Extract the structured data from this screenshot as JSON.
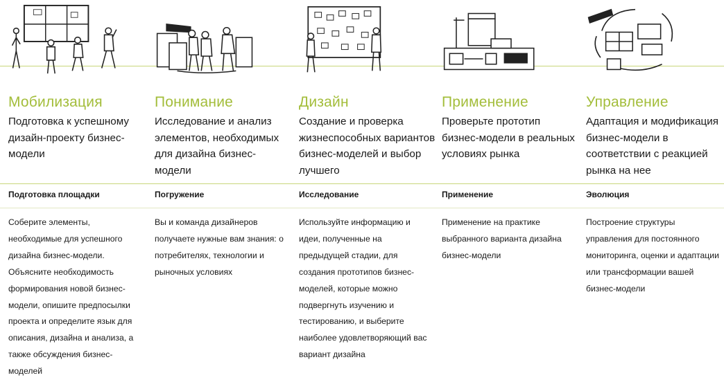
{
  "phases": [
    {
      "title": "Мобилизация",
      "description": "Подготовка к успешному дизайн-проекту бизнес-модели",
      "activity": "Подготовка площадки",
      "details": "Соберите элементы, необходимые для успешного дизайна бизнес-модели. Объясните необходимость формирования новой бизнес-модели, опишите предпосылки проекта и определите язык для описания, дизайна и анализа, а также обсуждения бизнес-моделей"
    },
    {
      "title": "Понимание",
      "description": "Исследование и анализ элементов, необходимых для дизайна бизнес-модели",
      "activity": "Погружение",
      "details": "Вы и команда дизайнеров получаете нужные вам знания: о потребителях, технологии и рыночных условиях"
    },
    {
      "title": "Дизайн",
      "description": "Создание и проверка жизнеспособных вариантов бизнес-моделей и выбор лучшего",
      "activity": "Исследование",
      "details": "Используйте информацию и идеи, полученные на предыдущей стадии, для создания прототипов бизнес-моделей, которые можно подвергнуть изучению и тестированию, и выберите наиболее удовлетворяющий вас вариант дизайна"
    },
    {
      "title": "Применение",
      "description": "Проверьте прототип бизнес-модели в реальных условиях рынка",
      "activity": "Применение",
      "details": "Применение на практике выбранного варианта дизайна бизнес-модели"
    },
    {
      "title": "Управление",
      "description": "Адаптация и модификация бизнес-модели в соответствии с реакцией рынка на нее",
      "activity": "Эволюция",
      "details": "Построение структуры управления для постоянного мониторинга, оценки и адаптации или трансформации вашей бизнес-модели"
    }
  ],
  "colors": {
    "accent": "#a3bd3a",
    "rule": "#c8d67a",
    "text": "#1a1a1a"
  },
  "illustrations": [
    "team-at-board-icon",
    "telescope-research-icon",
    "wall-of-sticky-notes-icon",
    "building-construction-icon",
    "management-cycle-icon"
  ]
}
